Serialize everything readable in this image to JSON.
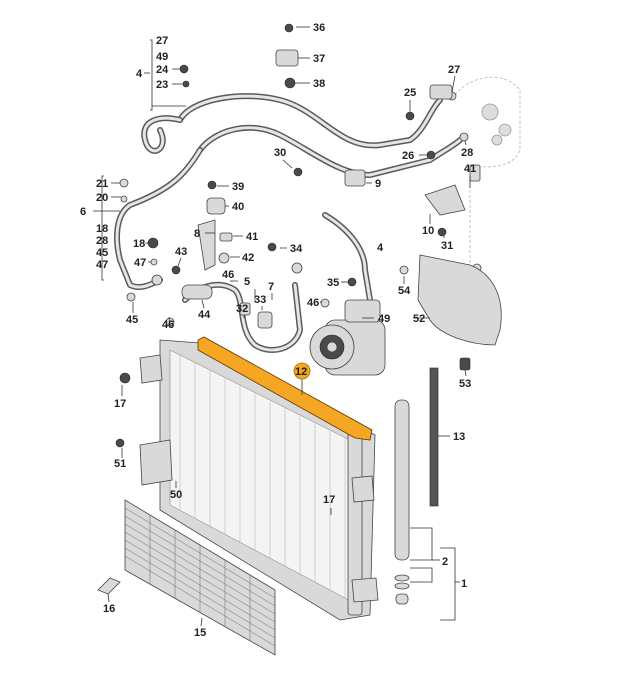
{
  "labels": {
    "l36": "36",
    "l37": "37",
    "l38": "38",
    "l27a": "27",
    "l49a": "49",
    "l24": "24",
    "l23": "23",
    "l4a": "4",
    "l27b": "27",
    "l25": "25",
    "l28": "28",
    "l26": "26",
    "l30": "30",
    "l9": "9",
    "l41a": "41",
    "l10": "10",
    "l31": "31",
    "l21": "21",
    "l20": "20",
    "l6": "6",
    "l18a": "18",
    "l28b": "28",
    "l45a": "45",
    "l47a": "47",
    "l39": "39",
    "l40": "40",
    "l8": "8",
    "l41b": "41",
    "l42": "42",
    "l18b": "18",
    "l43": "43",
    "l47b": "47",
    "l34": "34",
    "l4b": "4",
    "l46a": "46",
    "l5": "5",
    "l7": "7",
    "l35": "35",
    "l54": "54",
    "l32": "32",
    "l33": "33",
    "l46b": "46",
    "l49b": "49",
    "l45b": "45",
    "l46c": "46",
    "l44": "44",
    "l52": "52",
    "l12": "12",
    "l53": "53",
    "l17a": "17",
    "l13": "13",
    "l51": "51",
    "l50": "50",
    "l17b": "17",
    "l2": "2",
    "l1": "1",
    "l16": "16",
    "l15": "15"
  },
  "highlight_color": "#f5a623",
  "label_highlight_color": "#f5a623"
}
